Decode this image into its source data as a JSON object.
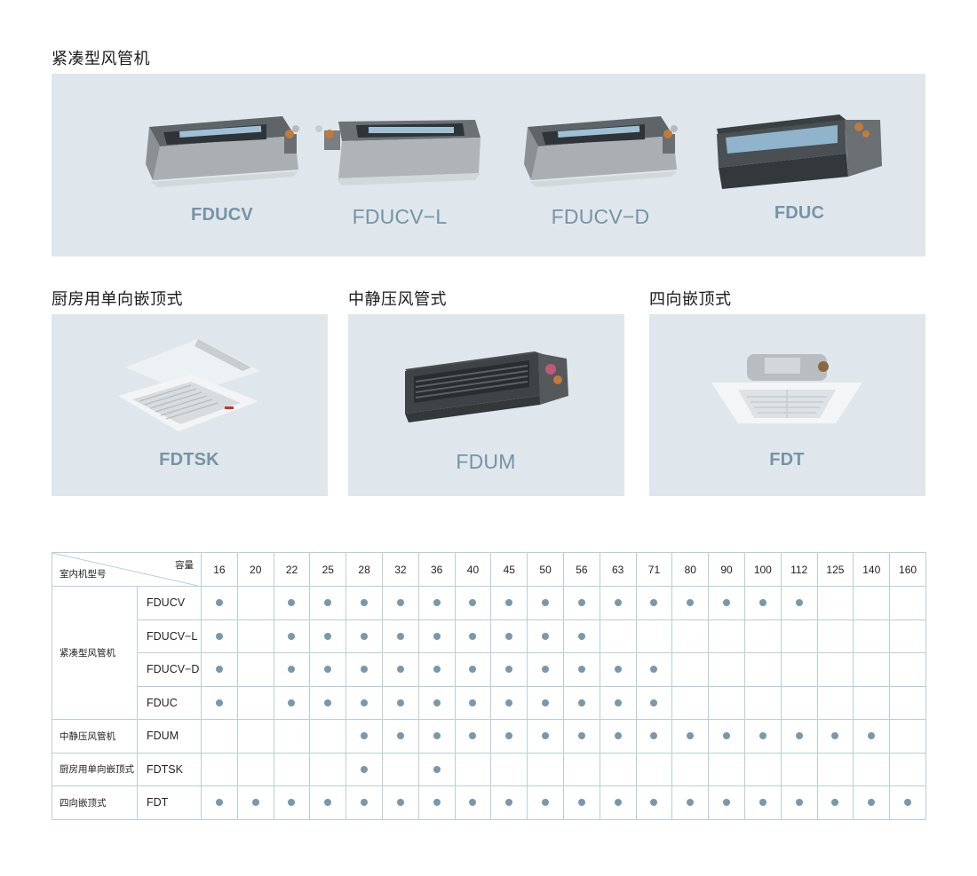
{
  "sections": {
    "compact": "紧凑型风管机",
    "kitchen": "厨房用单向嵌顶式",
    "medium": "中静压风管式",
    "fourway": "四向嵌顶式"
  },
  "products": {
    "fducv": "FDUCV",
    "fducv_l": "FDUCV−L",
    "fducv_d": "FDUCV−D",
    "fduc": "FDUC",
    "fdtsk": "FDTSK",
    "fdum": "FDUM",
    "fdt": "FDT"
  },
  "table": {
    "capacity_header": "容量",
    "row_header": "室内机型号",
    "capacities": [
      "16",
      "20",
      "22",
      "25",
      "28",
      "32",
      "36",
      "40",
      "45",
      "50",
      "56",
      "63",
      "71",
      "80",
      "90",
      "100",
      "112",
      "125",
      "140",
      "160"
    ],
    "groups": {
      "compact": "紧凑型风管机",
      "medium": "中静压风管机",
      "kitchen": "厨房用单向嵌顶式",
      "fourway": "四向嵌顶式"
    },
    "rows": [
      {
        "model": "FDUCV",
        "marks": [
          1,
          0,
          1,
          1,
          1,
          1,
          1,
          1,
          1,
          1,
          1,
          1,
          1,
          1,
          1,
          1,
          1,
          0,
          0,
          0
        ]
      },
      {
        "model": "FDUCV−L",
        "marks": [
          1,
          0,
          1,
          1,
          1,
          1,
          1,
          1,
          1,
          1,
          1,
          0,
          0,
          0,
          0,
          0,
          0,
          0,
          0,
          0
        ]
      },
      {
        "model": "FDUCV−D",
        "marks": [
          1,
          0,
          1,
          1,
          1,
          1,
          1,
          1,
          1,
          1,
          1,
          1,
          1,
          0,
          0,
          0,
          0,
          0,
          0,
          0
        ]
      },
      {
        "model": "FDUC",
        "marks": [
          1,
          0,
          1,
          1,
          1,
          1,
          1,
          1,
          1,
          1,
          1,
          1,
          1,
          0,
          0,
          0,
          0,
          0,
          0,
          0
        ]
      },
      {
        "model": "FDUM",
        "marks": [
          0,
          0,
          0,
          0,
          1,
          1,
          1,
          1,
          1,
          1,
          1,
          1,
          1,
          1,
          1,
          1,
          1,
          1,
          1,
          0
        ]
      },
      {
        "model": "FDTSK",
        "marks": [
          0,
          0,
          0,
          0,
          1,
          0,
          1,
          0,
          0,
          0,
          0,
          0,
          0,
          0,
          0,
          0,
          0,
          0,
          0,
          0
        ]
      },
      {
        "model": "FDT",
        "marks": [
          1,
          1,
          1,
          1,
          1,
          1,
          1,
          1,
          1,
          1,
          1,
          1,
          1,
          1,
          1,
          1,
          1,
          1,
          1,
          1
        ]
      }
    ]
  },
  "colors": {
    "panel": "#dfe7ec",
    "label": "#7593a6",
    "dot": "#7b98aa",
    "border": "#b5cfdc"
  }
}
